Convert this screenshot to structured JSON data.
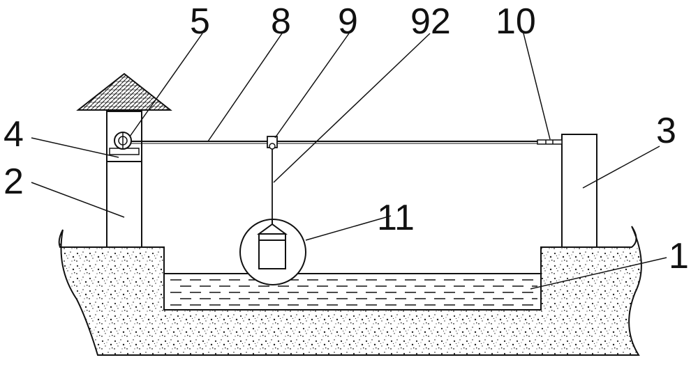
{
  "labels": {
    "ground_basin": "1",
    "left_post": "2",
    "right_post": "3",
    "motor_seat": "4",
    "winch": "5",
    "cable": "8",
    "pulley": "9",
    "hanging_rope": "92",
    "cable_anchor": "10",
    "sampler_detail": "11"
  },
  "colors": {
    "line": "#111111",
    "ground_speckle": "#222222",
    "background": "#ffffff"
  }
}
